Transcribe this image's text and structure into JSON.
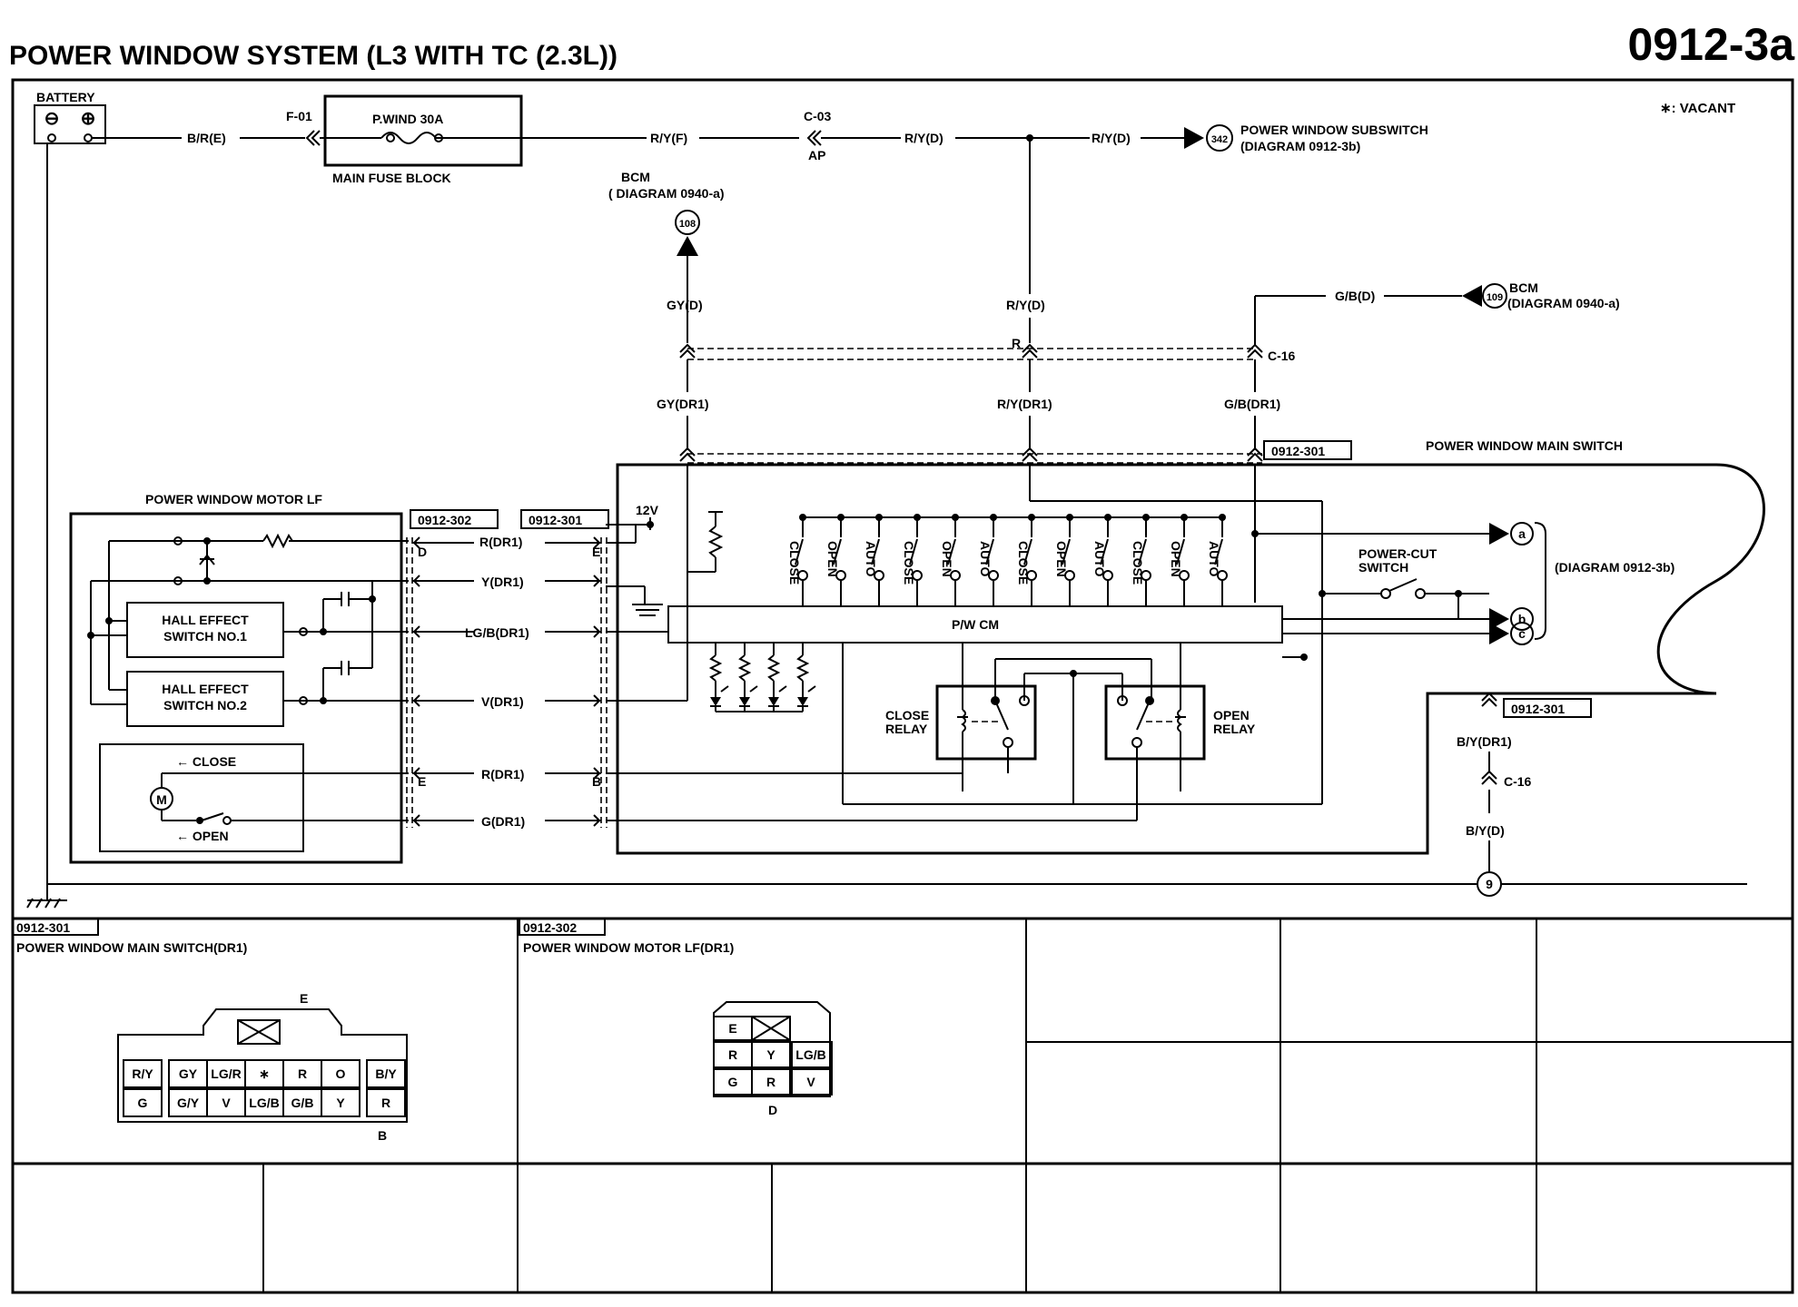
{
  "header": {
    "title": "POWER WINDOW SYSTEM (L3 WITH TC (2.3L))",
    "code": "0912-3a",
    "vacant_note": "∗: VACANT"
  },
  "power": {
    "battery": "BATTERY",
    "f01": "F-01",
    "fuse": "P.WIND 30A",
    "fuse_block": "MAIN FUSE BLOCK",
    "w_bre": "B/R(E)",
    "w_ryf": "R/Y(F)",
    "c03": "C-03",
    "ap": "AP",
    "w_ryd1": "R/Y(D)",
    "w_ryd2": "R/Y(D)",
    "subswitch_num": "342",
    "subswitch": "POWER WINDOW SUBSWITCH",
    "subswitch_ref": "(DIAGRAM 0912-3b)"
  },
  "bcm1": {
    "title": "BCM",
    "ref": "( DIAGRAM 0940-a)",
    "num": "108"
  },
  "bcm2": {
    "title": "BCM",
    "ref": "(DIAGRAM 0940-a)",
    "num": "109"
  },
  "wires": {
    "gyd": "GY(D)",
    "ryd": "R/Y(D)",
    "gbd": "G/B(D)",
    "r": "R",
    "c16": "C-16",
    "gydr1": "GY(DR1)",
    "rydr1": "R/Y(DR1)",
    "gbdr1": "G/B(DR1)",
    "rdr1a": "R(DR1)",
    "ydr1": "Y(DR1)",
    "lgbdr1": "LG/B(DR1)",
    "vdr1": "V(DR1)",
    "rdr1b": "R(DR1)",
    "gdr1": "G(DR1)",
    "bydr1": "B/Y(DR1)",
    "c16b": "C-16",
    "byd": "B/Y(D)",
    "ground_num": "9"
  },
  "motor": {
    "title": "POWER WINDOW MOTOR LF",
    "hall1": [
      "HALL EFFECT",
      "SWITCH NO.1"
    ],
    "hall2": [
      "HALL EFFECT",
      "SWITCH NO.2"
    ],
    "motor_sym": "M",
    "close": "← CLOSE",
    "open": "← OPEN"
  },
  "connectors": {
    "c302": "0912-302",
    "c301a": "0912-301",
    "c301b": "0912-301",
    "c301c": "0912-301",
    "pin_d": "D",
    "pin_e1": "E",
    "pin_e2": "E",
    "pin_b": "B"
  },
  "main_switch": {
    "title": "POWER WINDOW MAIN SWITCH",
    "v12": "12V",
    "pwcm": "P/W CM",
    "sw_labels": [
      "CLOSE",
      "OPEN",
      "AUTO",
      "CLOSE",
      "OPEN",
      "AUTO",
      "CLOSE",
      "OPEN",
      "AUTO",
      "CLOSE",
      "OPEN",
      "AUTO"
    ],
    "close_relay": [
      "CLOSE",
      "RELAY"
    ],
    "open_relay": [
      "OPEN",
      "RELAY"
    ],
    "power_cut": [
      "POWER-CUT",
      "SWITCH"
    ],
    "out_a": "a",
    "out_b": "b",
    "out_c": "c",
    "out_ref": "(DIAGRAM 0912-3b)"
  },
  "tables": {
    "t1_code": "0912-301",
    "t1_title": "POWER WINDOW MAIN SWITCH(DR1)",
    "t1_top": "E",
    "t1_bottom": "B",
    "t1_row1": [
      "R/Y",
      "GY",
      "LG/R",
      "∗",
      "R",
      "O",
      "B/Y"
    ],
    "t1_row2": [
      "G",
      "G/Y",
      "V",
      "LG/B",
      "G/B",
      "Y",
      "R"
    ],
    "t2_code": "0912-302",
    "t2_title": "POWER WINDOW MOTOR LF(DR1)",
    "t2_row0": [
      "E"
    ],
    "t2_row1": [
      "R",
      "Y",
      "LG/B"
    ],
    "t2_row2": [
      "G",
      "R",
      "V"
    ],
    "t2_bottom": "D"
  }
}
